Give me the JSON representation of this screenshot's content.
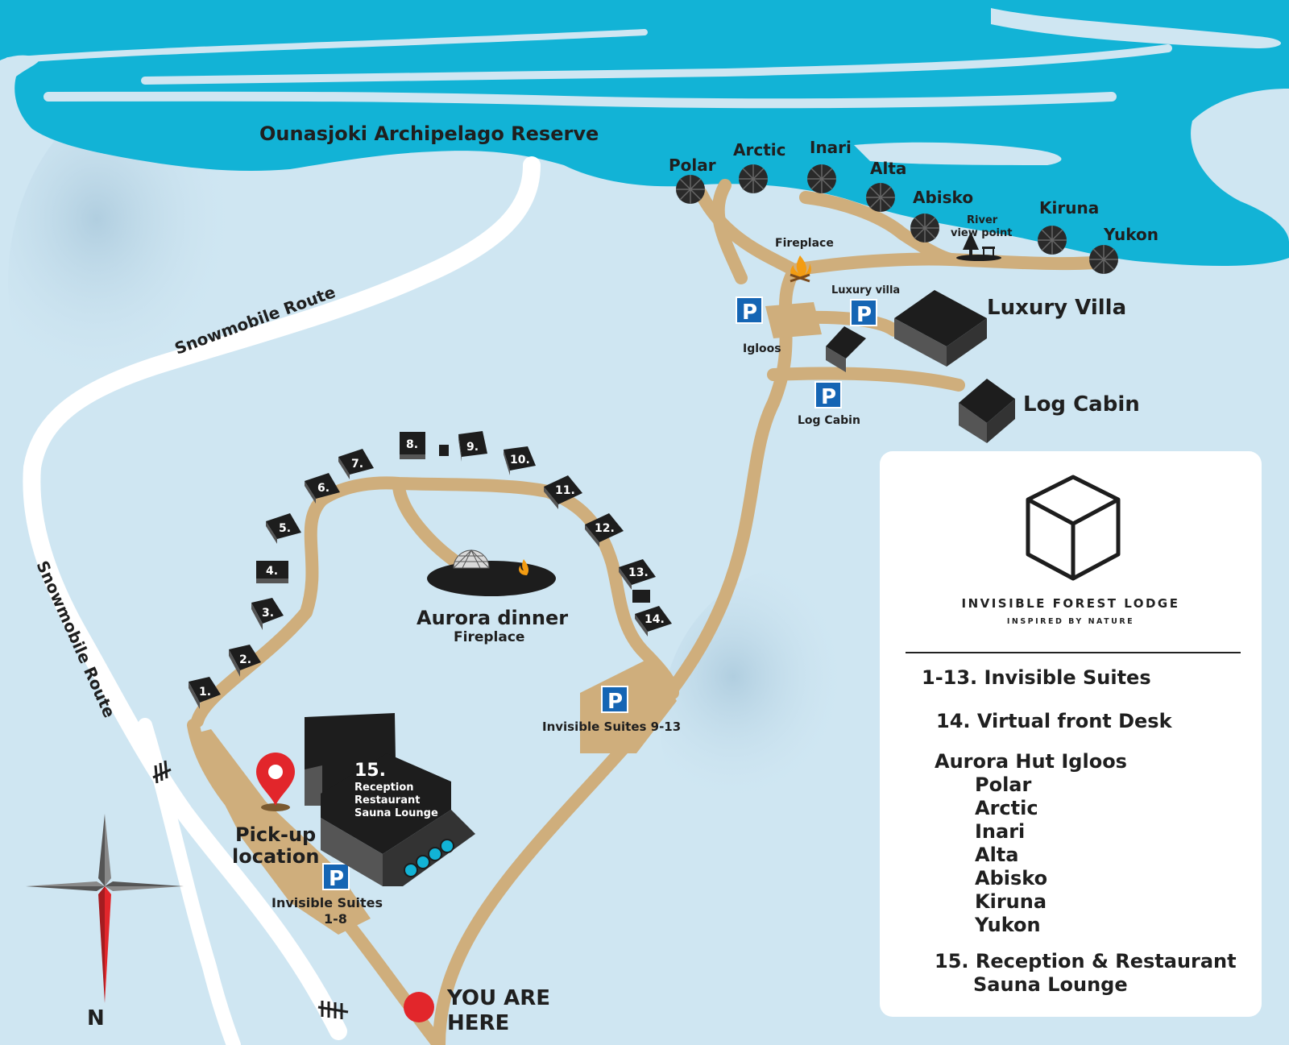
{
  "map": {
    "river_name": "Ounasjoki Archipelago Reserve",
    "route_upper": "Snowmobile Route",
    "route_left": "Snowmobile Route",
    "igloos": [
      "Polar",
      "Arctic",
      "Inari",
      "Alta",
      "Abisko",
      "Kiruna",
      "Yukon"
    ],
    "river_view_point": [
      "River",
      "view point"
    ],
    "fireplace": "Fireplace",
    "luxury_villa_small": "Luxury villa",
    "luxury_villa": "Luxury Villa",
    "log_cabin": "Log Cabin",
    "parking_igloos": "Igloos",
    "parking_log_cabin": "Log Cabin",
    "parking_letter": "P",
    "parking_suites_9_13": "Invisible Suites 9-13",
    "parking_suites_1_8": [
      "Invisible Suites",
      "1-8"
    ],
    "suites": [
      "1.",
      "2.",
      "3.",
      "4.",
      "5.",
      "6.",
      "7.",
      "8.",
      "9.",
      "10.",
      "11.",
      "12.",
      "13.",
      "14."
    ],
    "aurora_dinner": "Aurora dinner",
    "aurora_dinner_sub": "Fireplace",
    "reception_number": "15.",
    "reception_lines": [
      "Reception",
      "Restaurant",
      "Sauna Lounge"
    ],
    "pickup": [
      "Pick-up",
      "location"
    ],
    "you_are_here": [
      "YOU ARE",
      "HERE"
    ],
    "north": "N"
  },
  "legend": {
    "brand_name": "INVISIBLE FOREST LODGE",
    "brand_tagline": "INSPIRED BY NATURE",
    "items": [
      {
        "text": "1-13.  Invisible Suites"
      },
      {
        "text": "14.  Virtual front Desk"
      },
      {
        "text": "Aurora Hut Igloos"
      },
      {
        "text": "Polar"
      },
      {
        "text": "Arctic"
      },
      {
        "text": "Inari"
      },
      {
        "text": "Alta"
      },
      {
        "text": "Abisko"
      },
      {
        "text": "Kiruna"
      },
      {
        "text": "Yukon"
      },
      {
        "text": "15.  Reception & Restaurant"
      },
      {
        "text": "Sauna Lounge"
      }
    ]
  },
  "colors": {
    "snow": "#cfe6f2",
    "river": "#12b3d6",
    "path": "#cfae7c",
    "building": "#1d1d1d",
    "parking": "#1565b4",
    "pin": "#e2262b"
  }
}
